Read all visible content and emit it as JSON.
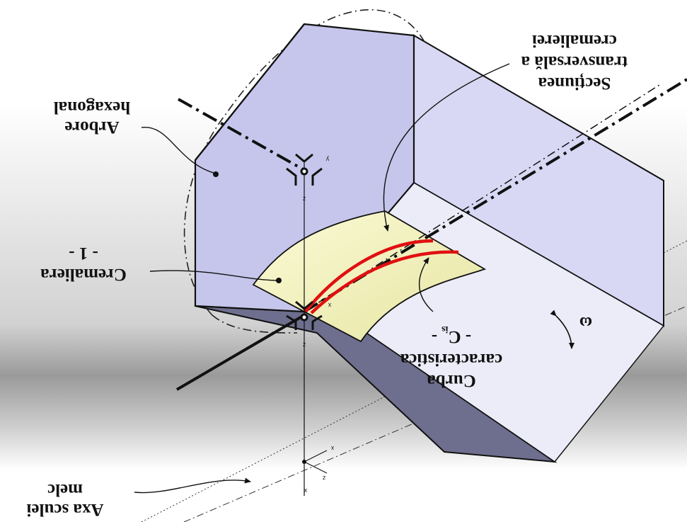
{
  "orientation": "rotated 180 degrees (text appears upside-down)",
  "labels": {
    "hob_line1": "Arbore",
    "hob_line2": "hexagonal",
    "rack_line1": "Cremaliera",
    "rack_line2": "- 1 -",
    "section_line1": "Secțiunea",
    "section_line2": "transversală a",
    "section_line3": "cremalierei",
    "curve_line1": "Curba",
    "curve_line2": "caracteristica",
    "curve_line3": "- C",
    "curve_subscript": "is",
    "curve_line3_end": "-",
    "axis_line1": "Axa sculei",
    "axis_line2": "melc",
    "angle_symbol": "ω"
  },
  "axis_letters": {
    "x": "x",
    "y": "y",
    "z": "z"
  },
  "colors": {
    "prism_face_main": "#c6c6ec",
    "prism_face_side": "#d8d8f4",
    "prism_face_bottom": "#6e6e8e",
    "rack_surface": "#f4f3c2",
    "characteristic_curve": "#e01010",
    "outline": "#111111",
    "background_gradient_top": "#ffffff",
    "background_gradient_bottom": "#8a8a8a"
  }
}
